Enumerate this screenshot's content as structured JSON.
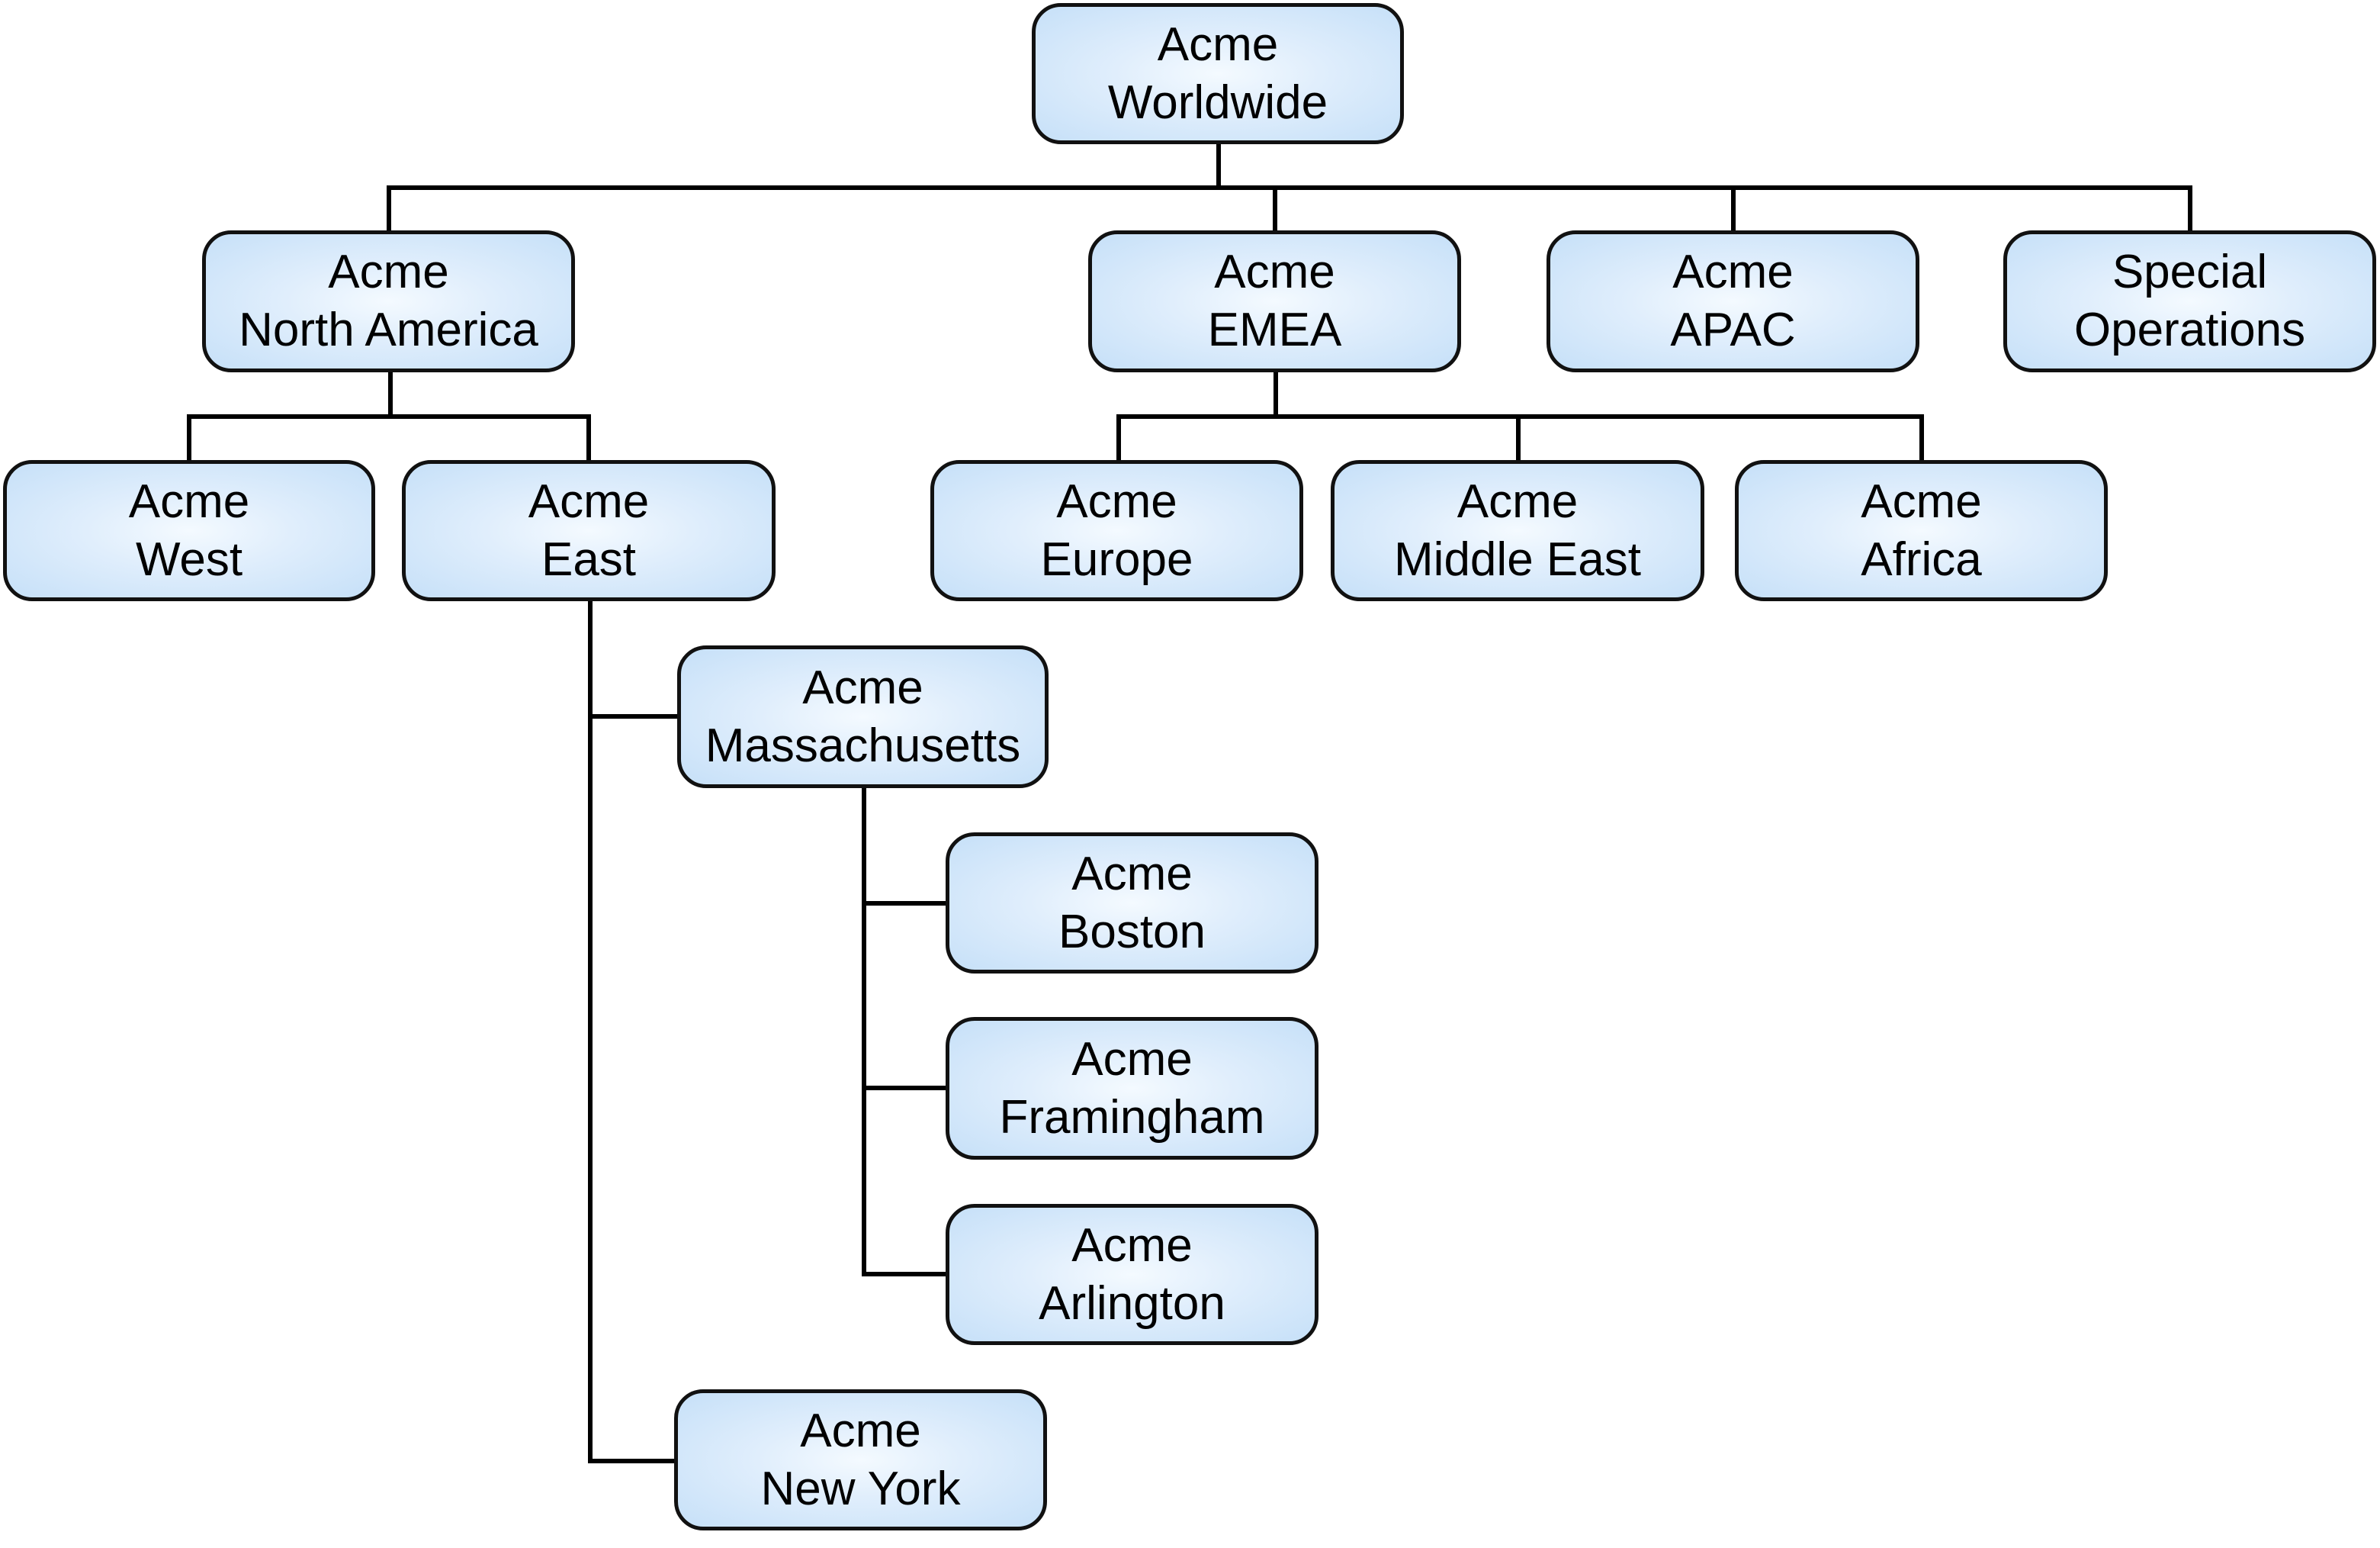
{
  "diagram": {
    "type": "org-chart",
    "colors": {
      "box_fill": "#c6e0f8",
      "box_center": "#f4faff",
      "border": "#111111",
      "line": "#000000"
    },
    "nodes": {
      "worldwide": {
        "line1": "Acme",
        "line2": "Worldwide"
      },
      "north_america": {
        "line1": "Acme",
        "line2": "North America"
      },
      "emea": {
        "line1": "Acme",
        "line2": "EMEA"
      },
      "apac": {
        "line1": "Acme",
        "line2": "APAC"
      },
      "special_ops": {
        "line1": "Special",
        "line2": "Operations"
      },
      "west": {
        "line1": "Acme",
        "line2": "West"
      },
      "east": {
        "line1": "Acme",
        "line2": "East"
      },
      "europe": {
        "line1": "Acme",
        "line2": "Europe"
      },
      "middle_east": {
        "line1": "Acme",
        "line2": "Middle East"
      },
      "africa": {
        "line1": "Acme",
        "line2": "Africa"
      },
      "massachusetts": {
        "line1": "Acme",
        "line2": "Massachusetts"
      },
      "boston": {
        "line1": "Acme",
        "line2": "Boston"
      },
      "framingham": {
        "line1": "Acme",
        "line2": "Framingham"
      },
      "arlington": {
        "line1": "Acme",
        "line2": "Arlington"
      },
      "new_york": {
        "line1": "Acme",
        "line2": "New York"
      }
    },
    "edges": [
      [
        "worldwide",
        "north_america"
      ],
      [
        "worldwide",
        "emea"
      ],
      [
        "worldwide",
        "apac"
      ],
      [
        "worldwide",
        "special_ops"
      ],
      [
        "north_america",
        "west"
      ],
      [
        "north_america",
        "east"
      ],
      [
        "emea",
        "europe"
      ],
      [
        "emea",
        "middle_east"
      ],
      [
        "emea",
        "africa"
      ],
      [
        "east",
        "massachusetts"
      ],
      [
        "east",
        "new_york"
      ],
      [
        "massachusetts",
        "boston"
      ],
      [
        "massachusetts",
        "framingham"
      ],
      [
        "massachusetts",
        "arlington"
      ]
    ]
  }
}
